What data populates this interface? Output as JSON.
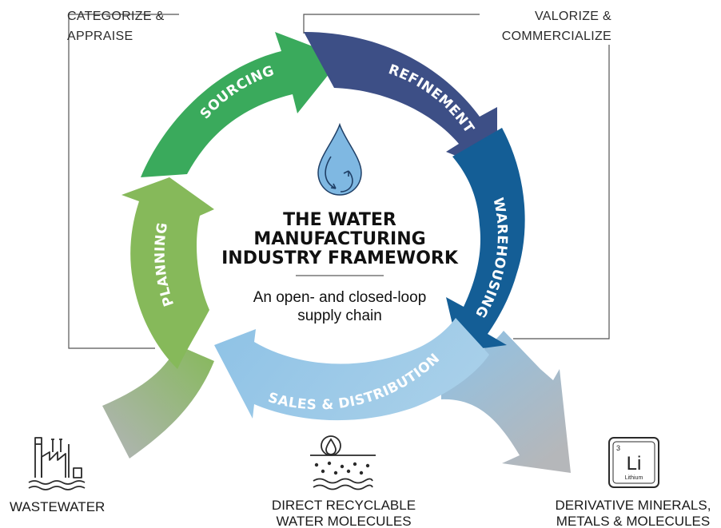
{
  "colors": {
    "sourcing": "#3aaa5c",
    "refinement": "#3d4f86",
    "warehousing": "#145e96",
    "sales": "#8ec2e6",
    "planning": "#86b95a",
    "fade": "#b2b4b8",
    "line": "#555555"
  },
  "callouts": {
    "left_line1": "CATEGORIZE &",
    "left_line2": "APPRAISE",
    "right_line1": "VALORIZE &",
    "right_line2": "COMMERCIALIZE"
  },
  "segments": {
    "sourcing": "SOURCING",
    "refinement": "REFINEMENT",
    "warehousing": "WAREHOUSING",
    "sales": "SALES & DISTRIBUTION",
    "planning": "PLANNING"
  },
  "center": {
    "title_line1": "THE WATER",
    "title_line2": "MANUFACTURING",
    "title_line3": "INDUSTRY FRAMEWORK",
    "subtitle_line1": "An open- and closed-loop",
    "subtitle_line2": "supply chain"
  },
  "bottom": {
    "wastewater": "WASTEWATER",
    "direct_line1": "DIRECT RECYCLABLE",
    "direct_line2": "WATER MOLECULES",
    "derivative_line1": "DERIVATIVE MINERALS,",
    "derivative_line2": "METALS & MOLECULES"
  },
  "element_tile": {
    "number": "3",
    "symbol": "Li",
    "name": "Lithium"
  },
  "icons": {
    "center": "water-drop-cycle-icon",
    "wastewater": "factory-icon",
    "direct": "water-molecules-icon",
    "derivative": "lithium-element-icon"
  }
}
